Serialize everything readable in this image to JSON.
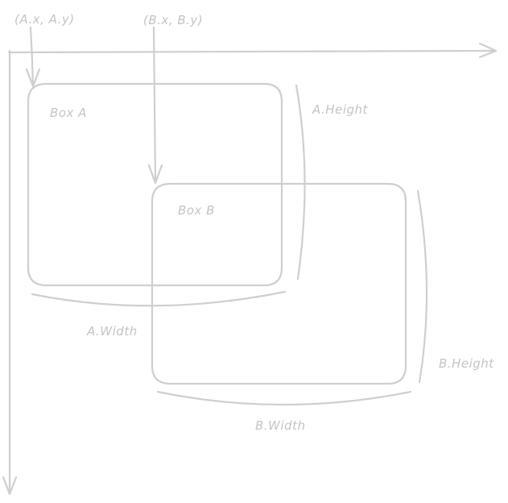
{
  "labels": {
    "a_origin": "(A.x, A.y)",
    "b_origin": "(B.x, B.y)",
    "box_a": "Box A",
    "box_b": "Box B",
    "a_height": "A.Height",
    "a_width": "A.Width",
    "b_height": "B.Height",
    "b_width": "B.Width"
  },
  "colors": {
    "stroke": "#cfcfcf",
    "text": "#c4c4c4"
  }
}
